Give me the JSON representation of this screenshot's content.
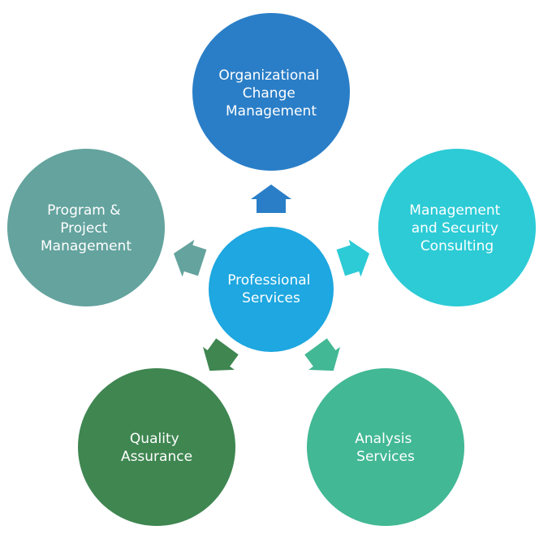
{
  "center": {
    "lines": [
      "Professional",
      "Services"
    ],
    "color": "#1ea7e0"
  },
  "nodes": [
    {
      "key": "org-change",
      "lines": [
        "Organizational",
        "Change",
        "Management"
      ],
      "color": "#2a7ec7"
    },
    {
      "key": "mgmt-security",
      "lines": [
        "Management",
        "and Security",
        "Consulting"
      ],
      "color": "#2ccbd6"
    },
    {
      "key": "analysis",
      "lines": [
        "Analysis",
        "Services"
      ],
      "color": "#42b894"
    },
    {
      "key": "quality",
      "lines": [
        "Quality",
        "Assurance"
      ],
      "color": "#3f8651"
    },
    {
      "key": "program-project",
      "lines": [
        "Program &",
        "Project",
        "Management"
      ],
      "color": "#64a39e"
    }
  ]
}
